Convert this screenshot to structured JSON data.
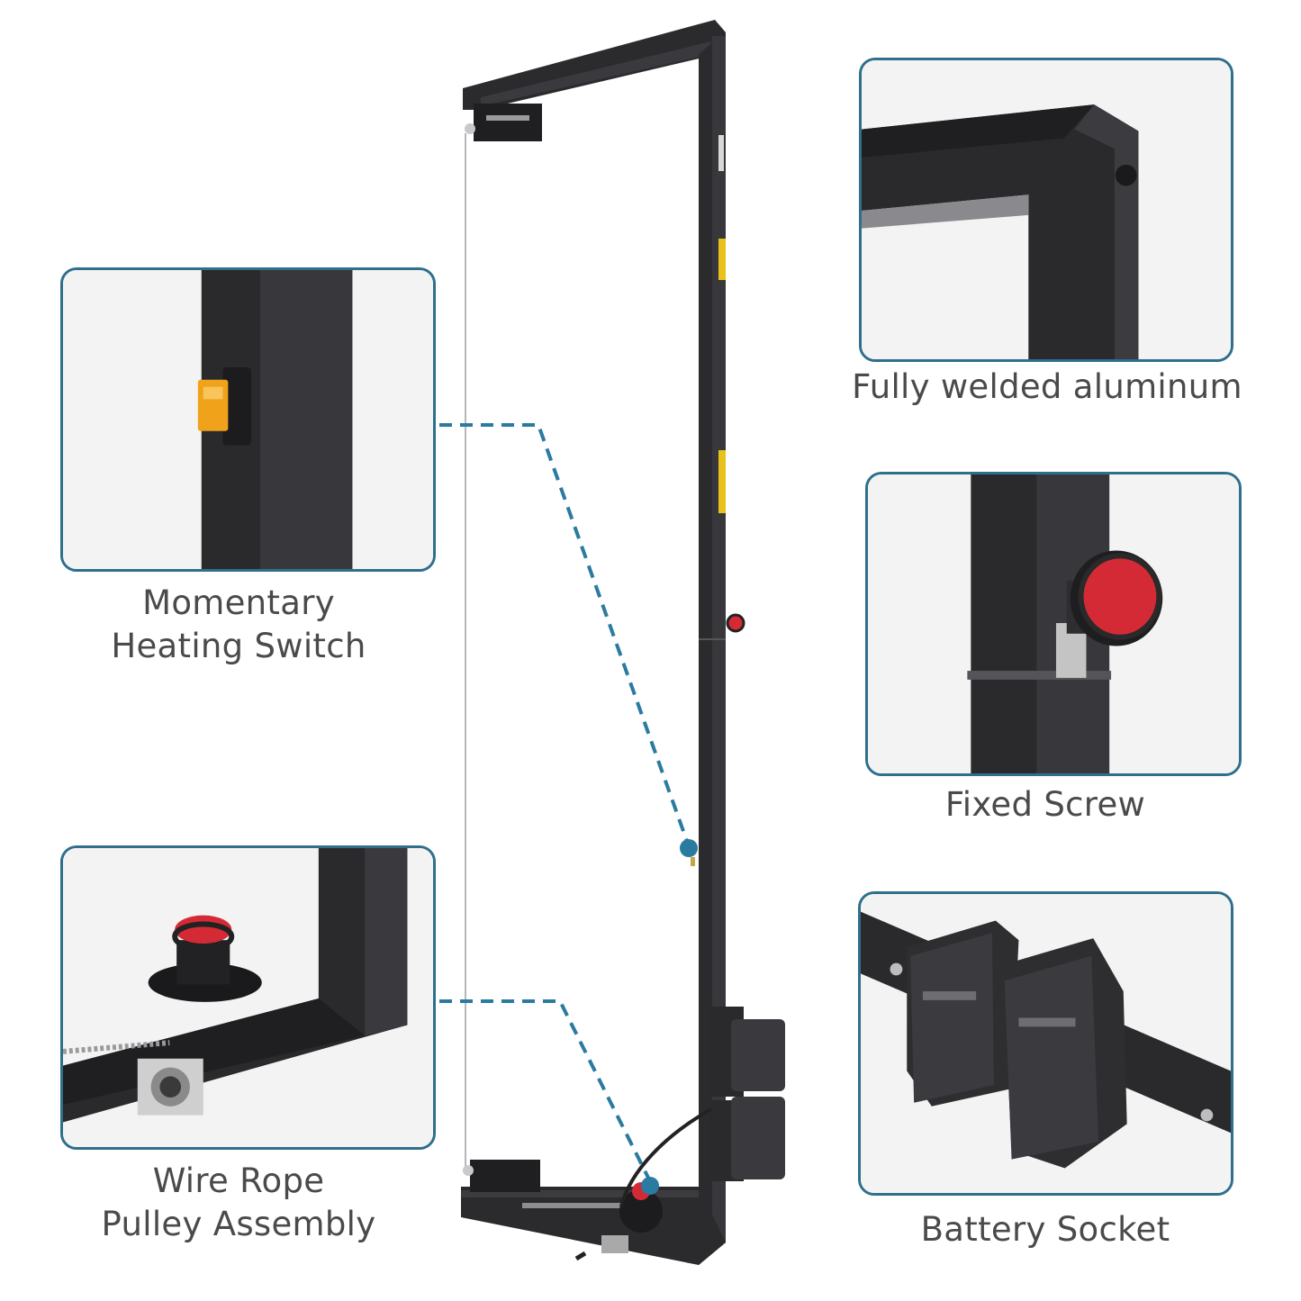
{
  "colors": {
    "panel_border": "#2f6f8c",
    "callout_line": "#2b7aa0",
    "frame": "#2b2b2e",
    "caption_text": "#4a4a4a",
    "knob_red": "#d42a35",
    "switch_amber": "#f0a21a"
  },
  "features": {
    "welded": {
      "label": "Fully welded aluminum"
    },
    "screw": {
      "label": "Fixed Screw"
    },
    "battery": {
      "label": "Battery Socket"
    },
    "switch": {
      "line1": "Momentary",
      "line2": "Heating Switch"
    },
    "pulley": {
      "line1": "Wire Rope",
      "line2": "Pulley Assembly"
    }
  }
}
